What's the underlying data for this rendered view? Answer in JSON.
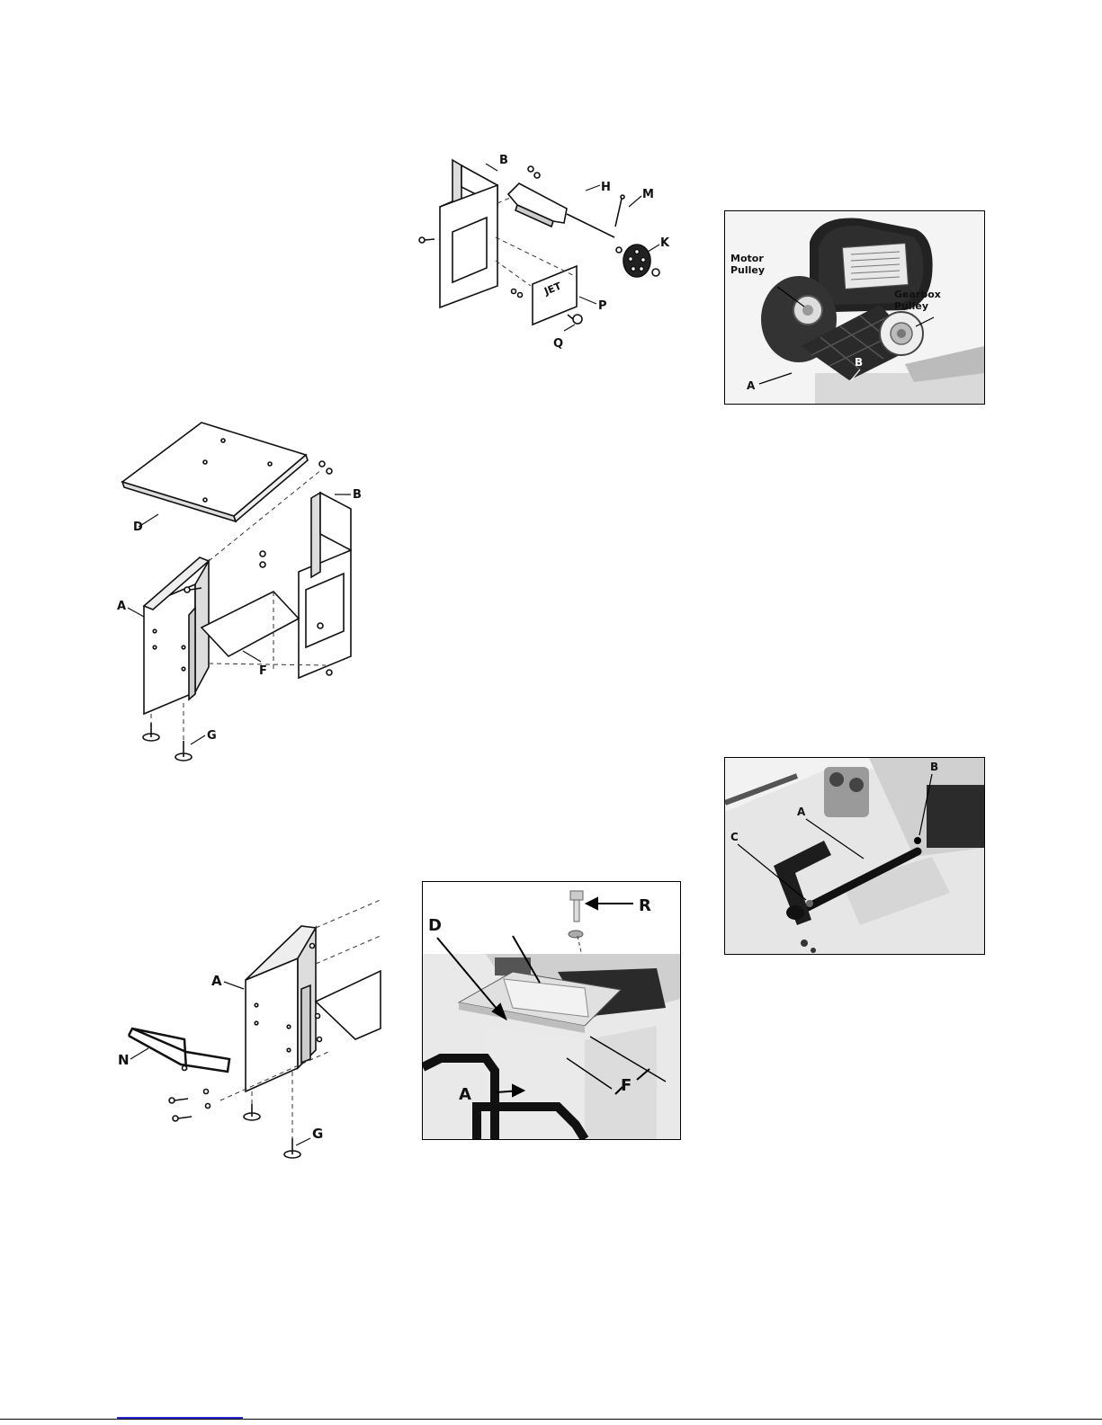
{
  "figures": {
    "end_panel": {
      "labels": {
        "b": "B",
        "h": "H",
        "m": "M",
        "k": "K",
        "p": "P",
        "q": "Q"
      },
      "logo": "JET"
    },
    "stand": {
      "labels": {
        "d": "D",
        "b": "B",
        "a": "A",
        "f": "F",
        "g": "G"
      }
    },
    "handle": {
      "labels": {
        "a": "A",
        "n": "N",
        "g": "G"
      }
    },
    "pulley_photo": {
      "labels": {
        "motor": "Motor Pulley",
        "gearbox": "Gearbox Pulley",
        "a": "A",
        "b": "B"
      }
    },
    "shaft_photo": {
      "labels": {
        "a": "A",
        "b": "B",
        "c": "C"
      }
    },
    "table_photo": {
      "labels": {
        "r": "R",
        "d": "D",
        "a": "A",
        "f": "F"
      }
    }
  }
}
